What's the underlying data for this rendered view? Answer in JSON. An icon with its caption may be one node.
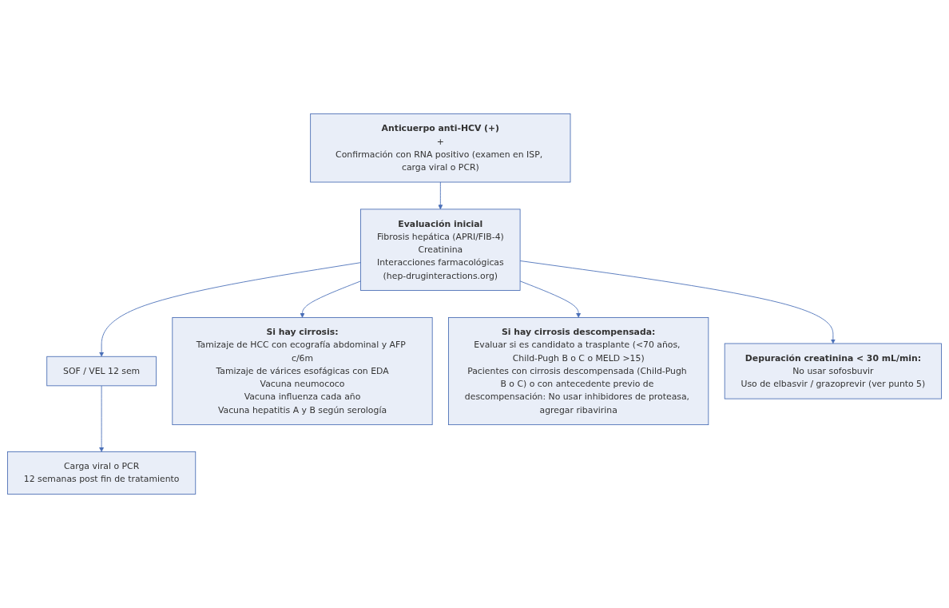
{
  "diagram": {
    "nodes": [
      {
        "text": [
          "Anticuerpo anti-HCV (+)",
          "+",
          "Confirmación con RNA positivo (examen en ISP, carga viral o PCR)"
        ]
      },
      {
        "text": [
          "Evaluación inicial",
          "Fibrosis hepática (APRI/FIB-4)",
          "Creatinina",
          "Interacciones farmacológicas",
          "(hep-druginteractions.org)"
        ]
      },
      {
        "text": [
          "SOF / VEL 12 sem"
        ]
      },
      {
        "text": [
          "Carga viral o PCR",
          "12 semanas post fin de tratamiento"
        ]
      },
      {
        "text": [
          "Si hay cirrosis:",
          "Tamizaje de HCC con ecografía abdominal y AFP c/6m",
          "Tamizaje de várices esofágicas con EDA",
          "Vacuna neumococo",
          "Vacuna influenza cada año",
          "Vacuna hepatitis A y B según serología"
        ]
      },
      {
        "text": [
          "Si hay cirrosis descompensada:",
          "Evaluar si es candidato a trasplante (<70 años, Child-Pugh B o C o MELD >15)",
          "Pacientes con cirrosis descompensada (Child-Pugh B o C) o con antecedente previo de descompensación: No usar inhibidores de proteasa, agregar ribavirina"
        ]
      },
      {
        "text": [
          "Depuración creatinina < 30 mL/min:",
          "No usar sofosbuvir",
          "Uso de elbasvir / grazoprevir (ver punto 5)"
        ]
      }
    ],
    "edges": [
      {
        "from": 0,
        "to": 1,
        "arrow": "to"
      },
      {
        "from": 1,
        "to": 2,
        "arrow": "to"
      },
      {
        "from": 2,
        "to": 3,
        "arrow": "to"
      },
      {
        "from": 1,
        "to": 4,
        "arrow": "to"
      },
      {
        "from": 1,
        "to": 5,
        "arrow": "to"
      },
      {
        "from": 1,
        "to": 6,
        "arrow": "to"
      }
    ]
  }
}
